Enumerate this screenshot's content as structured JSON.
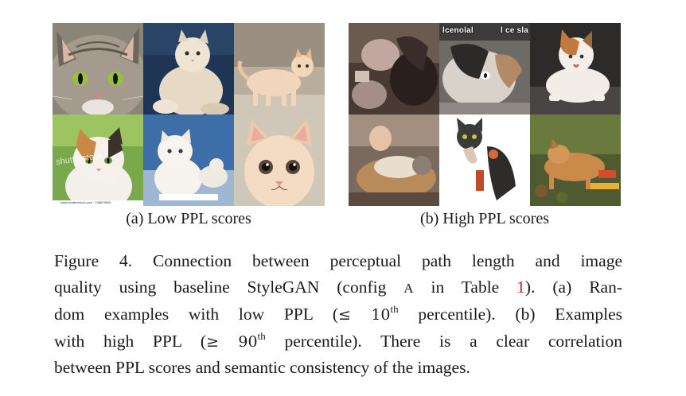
{
  "figure": {
    "panel_a": {
      "subcaption": "(a) Low PPL scores",
      "watermark": "shutterstock",
      "footer_watermark": "www.shutterstock.com · 238878520"
    },
    "panel_b": {
      "subcaption": "(b) High PPL scores",
      "meme_text_left": "lcenolal",
      "meme_text_right": "l ce sla"
    },
    "caption": {
      "line1": "Figure 4.  Connection between perceptual path length and image",
      "line2_prefix": "quality using baseline StyleGAN (config ",
      "line2_config": "A",
      "line2_mid": " in Table ",
      "line2_ref": "1",
      "line2_suffix": ").  (a) Ran-",
      "line3_prefix": "dom examples with low PPL (",
      "line3_op": "≤ 10",
      "line3_sup": "th",
      "line3_suffix": " percentile).  (b) Examples",
      "line4_prefix": "with high PPL (",
      "line4_op": "≥ 90",
      "line4_sup": "th",
      "line4_suffix": " percentile).  There is a clear correlation",
      "line5": "between PPL scores and semantic consistency of the images."
    }
  },
  "colors": {
    "reference_link": "#d02020",
    "text": "#1a1a1a"
  }
}
